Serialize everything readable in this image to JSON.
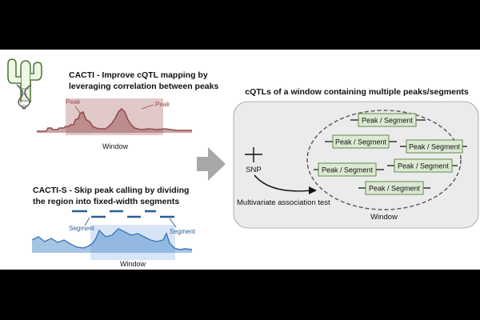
{
  "cacti": {
    "title_line1": "CACTI - Improve cQTL mapping by",
    "title_line2": "leveraging correlation between peaks",
    "peak_label_left": "Peak",
    "peak_label_right": "Peak",
    "window_label": "Window",
    "colors": {
      "window_fill": "#dcc0c0",
      "signal": "#8a4a4a"
    }
  },
  "cacti_s": {
    "title_line1": "CACTI-S - Skip peak calling by dividing",
    "title_line2": "the region into fixed-width segments",
    "segment_label_left": "Segment",
    "segment_label_right": "Segment",
    "window_label": "Window",
    "colors": {
      "window_fill": "#d4e2f6",
      "signal": "#2f6fb0",
      "segment": "#2c5f95"
    }
  },
  "right": {
    "title": "cQTLs of a window containing multiple peaks/segments",
    "snp_label": "SNP",
    "assoc_label": "Multivariate association test",
    "window_label": "Window",
    "segments": [
      "Peak / Segment",
      "Peak / Segment",
      "Peak / Segment",
      "Peak / Segment",
      "Peak / Segment",
      "Peak / Segment"
    ],
    "colors": {
      "box_fill": "#dde9d3",
      "box_stroke": "#5f8a4c",
      "panel_fill": "#ebebeb"
    }
  },
  "icons": {
    "logo": "cactus-dna-logo-icon",
    "arrow": "right-arrow-icon"
  }
}
